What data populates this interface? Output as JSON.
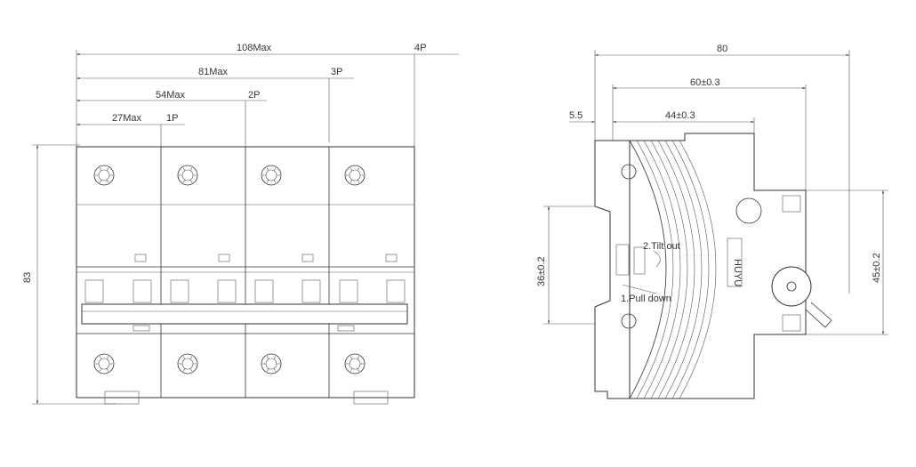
{
  "front_view": {
    "dimensions": {
      "width_4p": "108Max",
      "label_4p": "4P",
      "width_3p": "81Max",
      "label_3p": "3P",
      "width_2p": "54Max",
      "label_2p": "2P",
      "width_1p": "27Max",
      "label_1p": "1P",
      "height": "83"
    }
  },
  "side_view": {
    "dimensions": {
      "overall_width": "80",
      "width_60": "60±0.3",
      "offset": "5.5",
      "width_44": "44±0.3",
      "height_36": "36±0.2",
      "height_45": "45±0.2"
    },
    "instructions": {
      "step1": "1.Pull down",
      "step2": "2.Tilt out"
    },
    "brand": "HUYU"
  },
  "colors": {
    "line": "#333333",
    "background": "#ffffff"
  }
}
